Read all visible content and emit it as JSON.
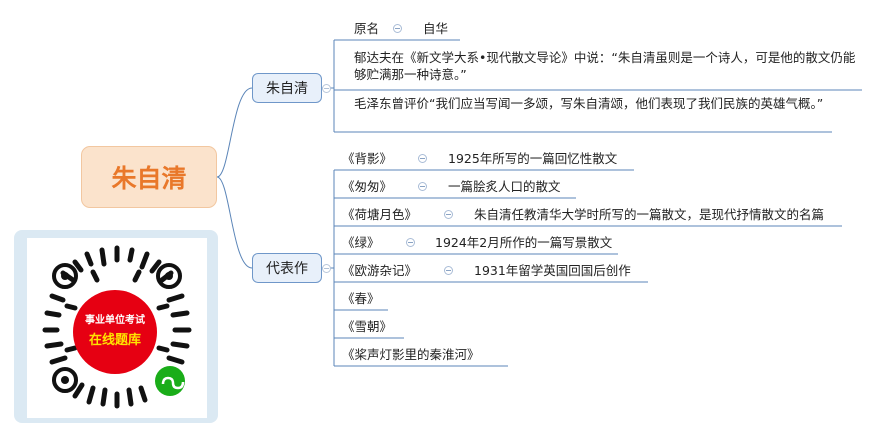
{
  "root": {
    "label": "朱自清"
  },
  "branches": {
    "profile": {
      "label": "朱自清",
      "items": [
        {
          "key": "原名",
          "value": "自华"
        },
        {
          "text": "郁达夫在《新文学大系•现代散文导论》中说：“朱自清虽则是一个诗人，可是他的散文仍能够贮满那一种诗意。”"
        },
        {
          "text": "毛泽东曾评价“我们应当写闻一多颂，写朱自清颂，他们表现了我们民族的英雄气概。”"
        }
      ]
    },
    "works": {
      "label": "代表作",
      "items": [
        {
          "title": "《背影》",
          "note": "1925年所写的一篇回忆性散文"
        },
        {
          "title": "《匆匆》",
          "note": "一篇脍炙人口的散文"
        },
        {
          "title": "《荷塘月色》",
          "note": "朱自清任教清华大学时所写的一篇散文，是现代抒情散文的名篇"
        },
        {
          "title": "《绿》",
          "note": "1924年2月所作的一篇写景散文"
        },
        {
          "title": "《欧游杂记》",
          "note": "1931年留学英国回国后创作"
        },
        {
          "title": "《春》"
        },
        {
          "title": "《雪朝》"
        },
        {
          "title": "《桨声灯影里的秦淮河》"
        }
      ]
    }
  },
  "qr": {
    "line1": "事业单位考试",
    "line2": "在线题库"
  },
  "colors": {
    "accent": "#e9782a",
    "line": "#5b85b8",
    "qr_red": "#e60012"
  }
}
